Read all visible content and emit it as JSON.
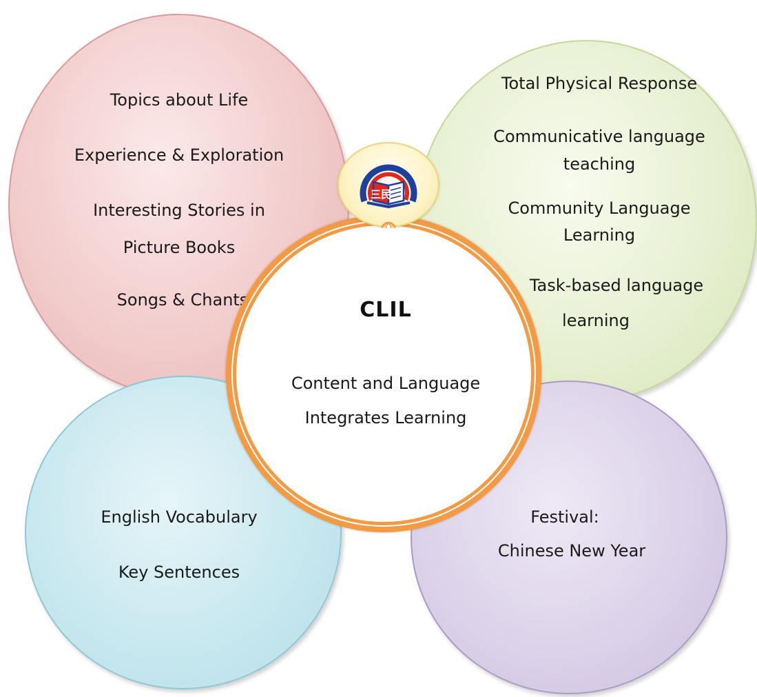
{
  "center": {
    "title": "CLIL",
    "subtitle_line1": "Content and Language",
    "subtitle_line2": "Integrates Learning"
  },
  "logo": {
    "characters": "三民",
    "colors": {
      "ring_blue": "#1f3f9c",
      "ring_red": "#e0261f",
      "badge_red": "#e0261f"
    }
  },
  "top_left": {
    "items": [
      "Topics about Life",
      "Experience & Exploration",
      "Interesting Stories in",
      "Picture Books",
      "Songs & Chants"
    ]
  },
  "top_right": {
    "items": [
      "Total Physical Response",
      "Communicative language",
      "teaching",
      "Community Language",
      "Learning",
      "Task-based language",
      "learning"
    ]
  },
  "bottom_left": {
    "items": [
      "English Vocabulary",
      "Key Sentences"
    ]
  },
  "bottom_right": {
    "items": [
      "Festival:",
      "Chinese New Year"
    ]
  },
  "colors": {
    "center_ring": "#f39a45",
    "top_left_fill": "#f2cccc",
    "top_right_fill": "#e7f0d2",
    "bottom_left_fill": "#c9e8ef",
    "bottom_right_fill": "#dcd2e9",
    "logo_fill": "#fdf3c6"
  }
}
